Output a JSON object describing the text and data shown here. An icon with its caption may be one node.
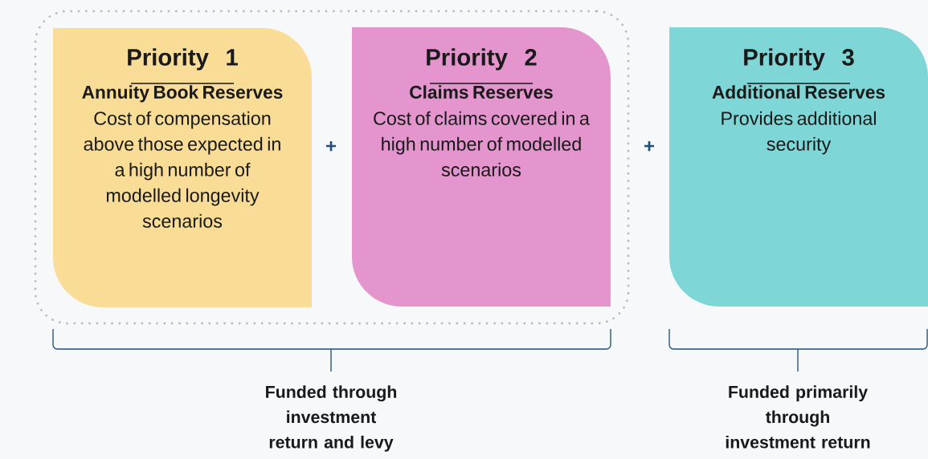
{
  "diagram": {
    "nodes": [
      {
        "text": [],
        "shape": "box"
      },
      {
        "text": [
          "Priority 1",
          "Annuity Book Reserves",
          "Cost of compensation above those expected in a high number of modelled longevity scenarios"
        ],
        "in": 0
      },
      {
        "text": [
          "Priority 2",
          "Claims Reserves",
          "Cost of claims covered in a high number of modelled scenarios"
        ],
        "in": 0
      },
      {
        "text": [
          "Priority 3",
          "Additional Reserves",
          "Provides additional security"
        ]
      }
    ],
    "labels": [
      "+",
      "+",
      "Funded through investment return and levy",
      "Funded primarily through investment return"
    ]
  }
}
